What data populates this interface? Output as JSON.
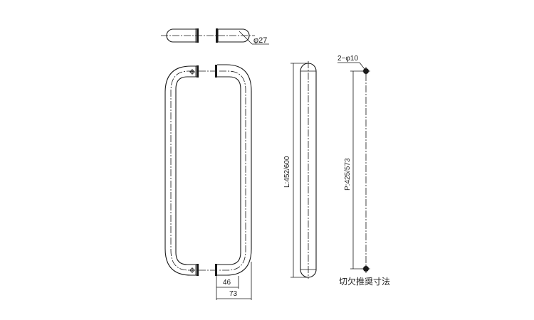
{
  "labels": {
    "top_diameter": "φ27",
    "dim_46": "46",
    "dim_73": "73",
    "length": "L:452/600",
    "hole_spec": "2−φ10",
    "pitch": "P:425/573",
    "cutout_note": "切欠推奨寸法"
  }
}
